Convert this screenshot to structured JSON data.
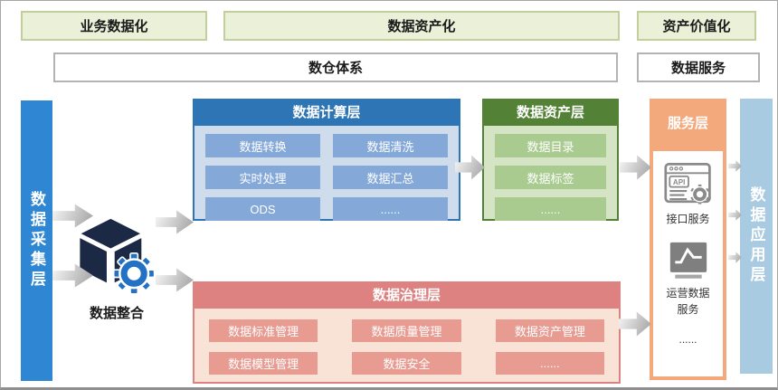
{
  "banners": {
    "business": "业务数据化",
    "asset": "数据资产化",
    "value": "资产价值化",
    "warehouse": "数仓体系",
    "service": "数据服务"
  },
  "collection_bar": {
    "label": "数据采集层"
  },
  "application_bar": {
    "label": "数据应用层"
  },
  "integration": {
    "label": "数据整合",
    "icon": "cube-gear-icon"
  },
  "computing_layer": {
    "title": "数据计算层",
    "items": [
      "数据转换",
      "数据清洗",
      "实时处理",
      "数据汇总",
      "ODS",
      "......"
    ]
  },
  "asset_layer": {
    "title": "数据资产层",
    "items": [
      "数据目录",
      "数据标签",
      "......"
    ]
  },
  "service_layer": {
    "title": "服务层",
    "items": [
      {
        "icon": "api-service-icon",
        "label": "接口服务"
      },
      {
        "icon": "operation-chart-icon",
        "label": "运营数据服务"
      },
      {
        "icon": "",
        "label": "......"
      }
    ]
  },
  "governance_layer": {
    "title": "数据治理层",
    "items": [
      "数据标准管理",
      "数据质量管理",
      "数据资产管理",
      "数据模型管理",
      "数据安全",
      "......"
    ]
  },
  "colors": {
    "banner_green_bg": "#ebf0d8",
    "banner_green_border": "#c2cf9a",
    "collection_bar_blue": "#2f86d3",
    "application_bar_blue": "#a9cbe2",
    "computing_header_blue": "#2e75b6",
    "computing_body_blue": "#cfdcec",
    "computing_item_blue": "#84a9d9",
    "asset_header_green": "#538135",
    "asset_body_green": "#d6e4c6",
    "asset_item_green": "#a9cb90",
    "service_orange": "#f4a97c",
    "governance_header_red": "#dd8181",
    "governance_body_pink": "#f8e3d6",
    "governance_item_salmon": "#e89b91",
    "cube_navy": "#1b2945",
    "gear_blue": "#2371c4",
    "arrow_gray": "#a3a3a3"
  }
}
